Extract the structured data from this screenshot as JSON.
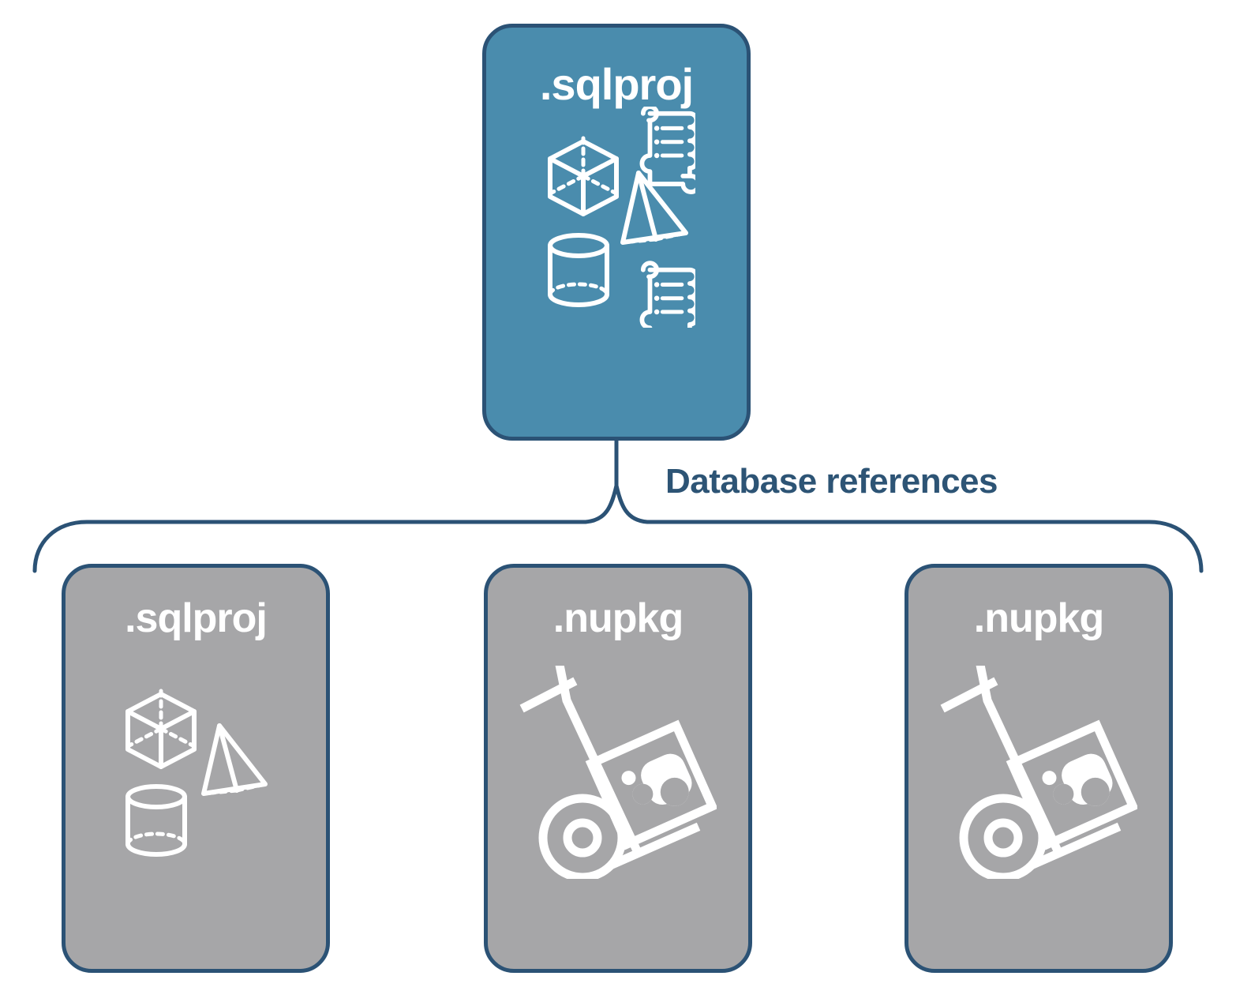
{
  "diagram": {
    "title_visible": false,
    "colors": {
      "primary_fill": "#4A8CAD",
      "secondary_fill": "#A6A6A8",
      "border": "#2B5275",
      "label_text": "#2D5475",
      "node_text": "#FFFFFF",
      "background": "#FFFFFF"
    },
    "connector": {
      "type": "curly-brace",
      "label": "Database references",
      "direction": "top-node-to-three-children"
    },
    "nodes": {
      "root": {
        "label": ".sqlproj",
        "kind": "primary",
        "icons": [
          "cube-wireframe-icon",
          "scroll-document-icon",
          "pyramid-wireframe-icon",
          "cylinder-wireframe-icon",
          "scroll-document-icon"
        ]
      },
      "children": [
        {
          "label": ".sqlproj",
          "kind": "secondary",
          "icons": [
            "cube-wireframe-icon",
            "pyramid-wireframe-icon",
            "cylinder-wireframe-icon"
          ]
        },
        {
          "label": ".nupkg",
          "kind": "secondary",
          "icons": [
            "hand-truck-package-icon"
          ]
        },
        {
          "label": ".nupkg",
          "kind": "secondary",
          "icons": [
            "hand-truck-package-icon"
          ]
        }
      ]
    }
  }
}
